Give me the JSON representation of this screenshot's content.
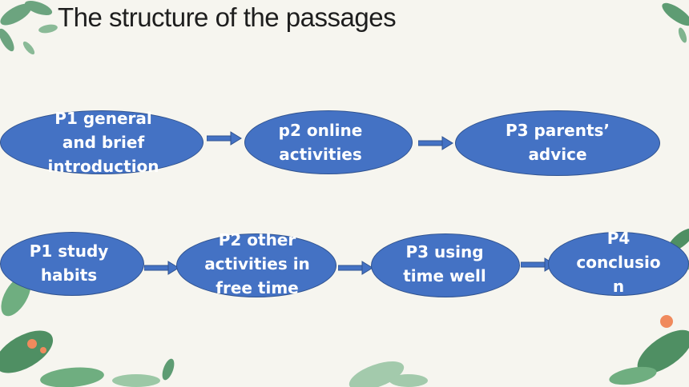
{
  "title": "The structure of  the passages",
  "colors": {
    "node_fill": "#4472c4",
    "node_stroke": "#2f528f",
    "leaf_green": "#5a9a6e",
    "flower": "#f08a5d"
  },
  "row1": {
    "nodes": [
      {
        "label": "P1 general\nand brief\nintroduction"
      },
      {
        "label": "p2 online\nactivities"
      },
      {
        "label": "P3 parents’\nadvice"
      }
    ]
  },
  "row2": {
    "nodes": [
      {
        "label": "P1 study\nhabits"
      },
      {
        "label": "P2 other\nactivities in\nfree time"
      },
      {
        "label": "P3 using\ntime well"
      },
      {
        "label": "P4\nconclusio\nn"
      }
    ]
  },
  "icons": [
    "leaf-decoration",
    "flower-decoration",
    "right-arrow-icon"
  ]
}
